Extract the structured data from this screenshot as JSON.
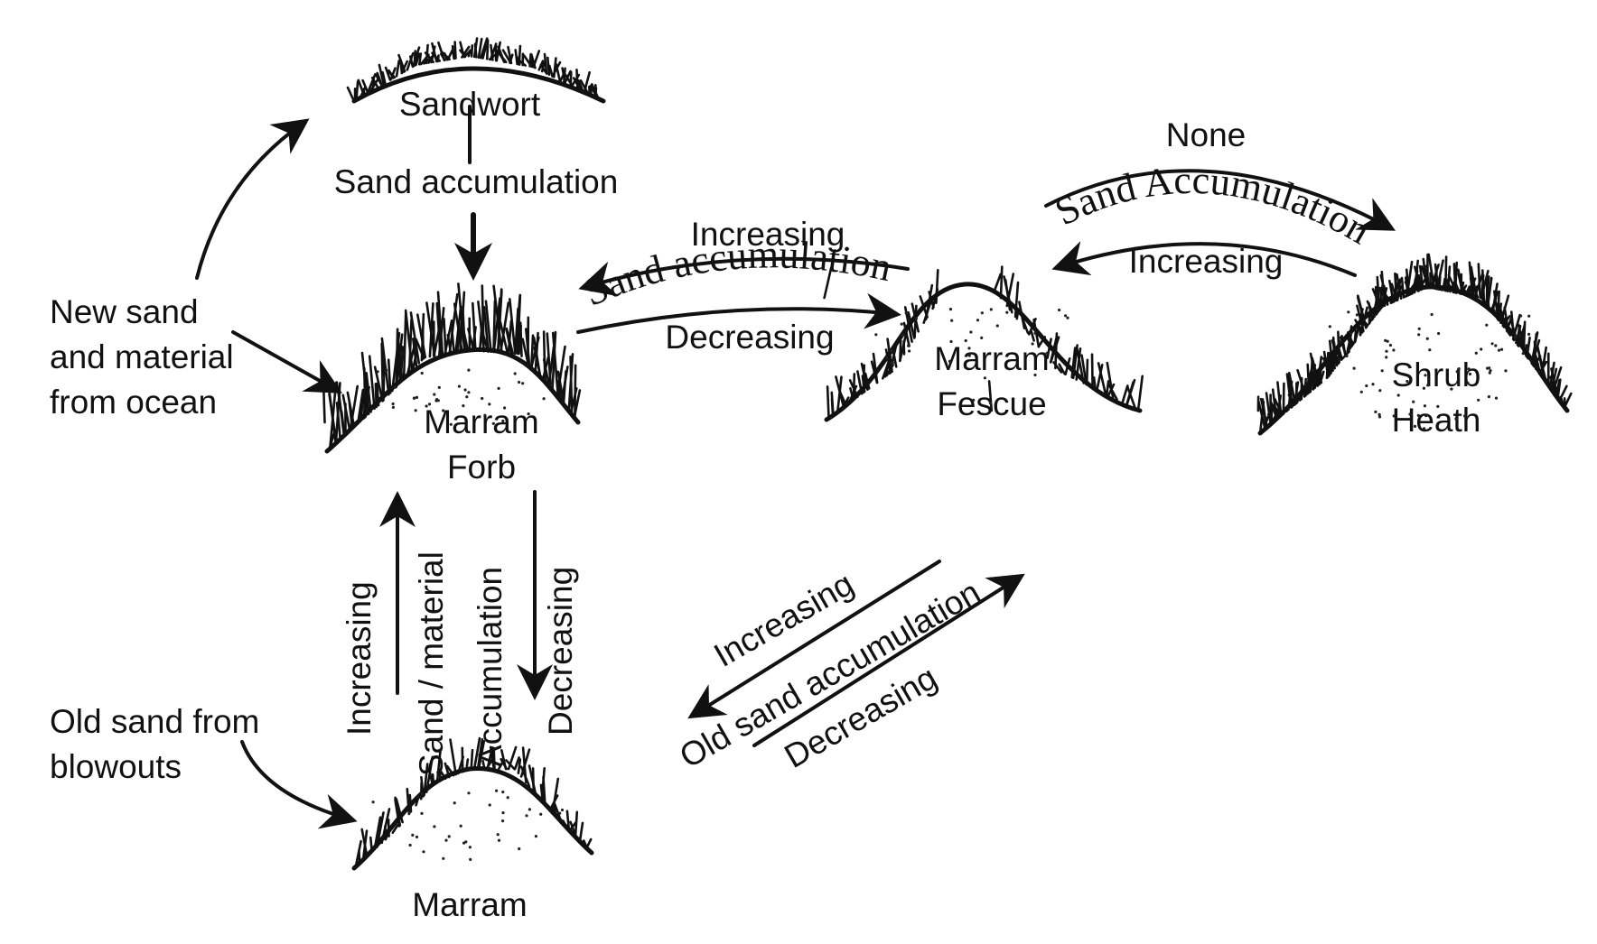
{
  "dunes": {
    "sandwort": {
      "label": "Sandwort"
    },
    "marram_forb": {
      "label_line1": "Marram",
      "label_line2": "Forb"
    },
    "marram_fescue": {
      "label_line1": "Marram",
      "label_line2": "Fescue"
    },
    "shrub_heath": {
      "label_line1": "Shrub",
      "label_line2": "Heath"
    },
    "marram": {
      "label": "Marram"
    }
  },
  "sources": {
    "new_sand": {
      "line1": "New sand",
      "line2": "and material",
      "line3": "from ocean"
    },
    "old_sand": {
      "line1": "Old sand from",
      "line2": "blowouts"
    }
  },
  "transitions": {
    "sandwort_to_forb": {
      "label": "Sand accumulation"
    },
    "forb_fescue": {
      "top": "Increasing",
      "middle": "Sand accumulation",
      "bottom": "Decreasing"
    },
    "fescue_heath": {
      "top": "None",
      "middle": "Sand Accumulation",
      "bottom": "Increasing"
    },
    "forb_marram": {
      "left": "Increasing",
      "middle_line1": "Sand / material",
      "middle_line2": "Accumulation",
      "right": "Decreasing"
    },
    "old_sand": {
      "top": "Increasing",
      "middle": "Old sand accumulation",
      "bottom": "Decreasing"
    }
  }
}
